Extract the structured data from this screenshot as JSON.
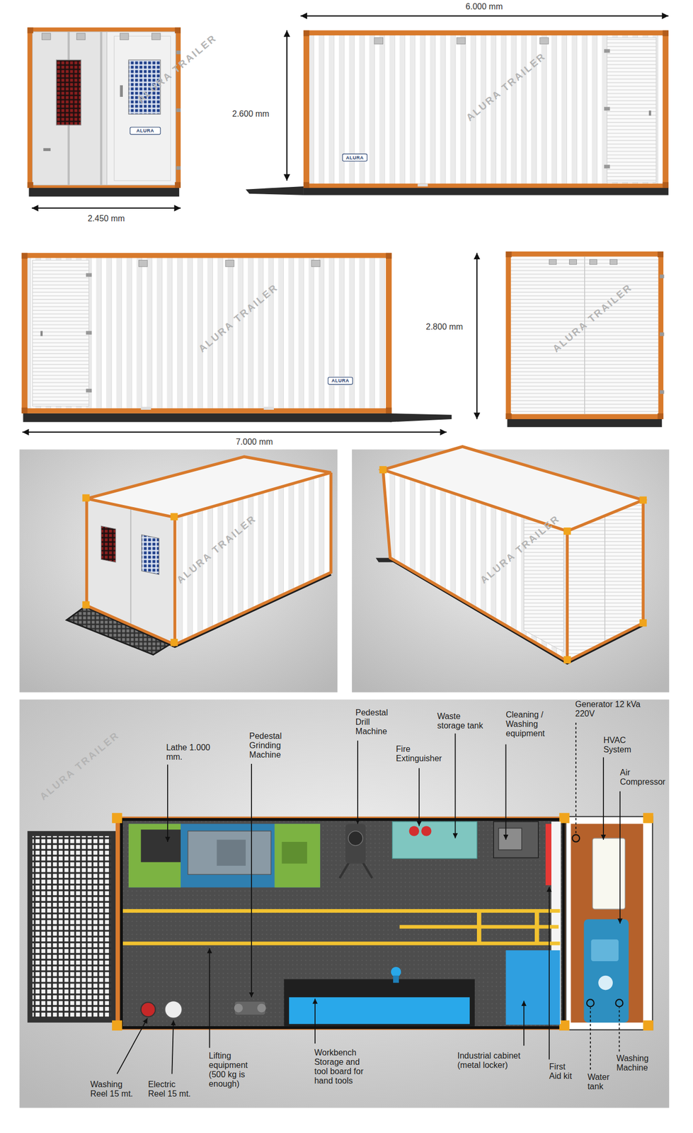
{
  "diagram": {
    "labels": [
      "6.000 mm",
      "2.600 mm",
      "2.450 mm",
      "ALURA",
      "ALURA",
      "2.800 mm",
      "ALURA",
      "7.000 mm",
      "ALURA TRAILER",
      "ALURA TRAILER",
      "ALURA TRAILER",
      "ALURA TRAILER",
      "ALURA TRAILER",
      "ALURA TRAILER",
      "ALURA TRAILER",
      "Lathe 1.000 mm.",
      "Pedestal Grinding Machine",
      "Pedestal Drill Machine",
      "Waste storage tank",
      "Fire Extinguisher",
      "Cleaning / Washing equipment",
      "Generator 12 kVa 220V",
      "HVAC System",
      "Air Compressor",
      "Washing Reel 15 mt.",
      "Electric Reel 15 mt.",
      "Lifting equipment (500 kg is enough)",
      "Workbench Storage and tool board for hand tools",
      "Industrial cabinet (metal locker)",
      "First Aid kit",
      "Water tank",
      "Washing Machine"
    ]
  }
}
